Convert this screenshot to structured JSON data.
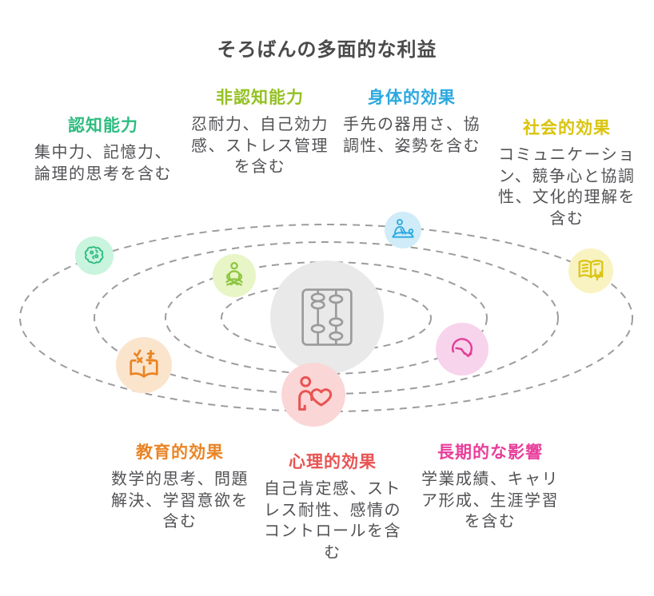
{
  "title": "そろばんの多面的な利益",
  "diagram_type": "orbit-diagram",
  "colors": {
    "title_text": "#4a4a4a",
    "body_text": "#525256",
    "orbit_dash": "#9c9c9c",
    "center_circle_bg": "#e9e9e9",
    "center_icon_stroke": "#9b9b9b"
  },
  "center": {
    "icon": "abacus-icon"
  },
  "categories": [
    {
      "id": "cognitive",
      "label": "認知能力",
      "description": "集中力、記憶力、\n論理的思考を含む",
      "color": "#2fbc80",
      "badge_bg": "#c9f4de",
      "icon": "brain-icon"
    },
    {
      "id": "noncognitive",
      "label": "非認知能力",
      "description": "忍耐力、自己効力\n感、ストレス管理\nを含む",
      "color": "#94c123",
      "badge_bg": "#e8f5c6",
      "icon": "meditation-person-icon"
    },
    {
      "id": "physical",
      "label": "身体的効果",
      "description": "手先の器用さ、協\n調性、姿勢を含む",
      "color": "#2aa9e0",
      "badge_bg": "#cfecf8",
      "icon": "posture-massage-icon"
    },
    {
      "id": "social",
      "label": "社会的効果",
      "description": "コミュニケーショ\nン、競争心と協調\n性、文化的理解を\n含む",
      "color": "#d9c40c",
      "badge_bg": "#f9f3c2",
      "icon": "open-book-hand-icon"
    },
    {
      "id": "educational",
      "label": "教育的効果",
      "description": "数学的思考、問題\n解決、学習意欲を\n含む",
      "color": "#ea8424",
      "badge_bg": "#fbe4cc",
      "icon": "math-book-icon"
    },
    {
      "id": "psychological",
      "label": "心理的効果",
      "description": "自己肯定感、スト\nレス耐性、感情の\nコントロールを含\nむ",
      "color": "#e95353",
      "badge_bg": "#fbd6d6",
      "icon": "person-heart-icon"
    },
    {
      "id": "longterm",
      "label": "長期的な影響",
      "description": "学業成績、キャリ\nア形成、生涯学習\nを含む",
      "color": "#e83e9b",
      "badge_bg": "#f8d3ec",
      "icon": "clock-history-arrow-icon"
    }
  ]
}
